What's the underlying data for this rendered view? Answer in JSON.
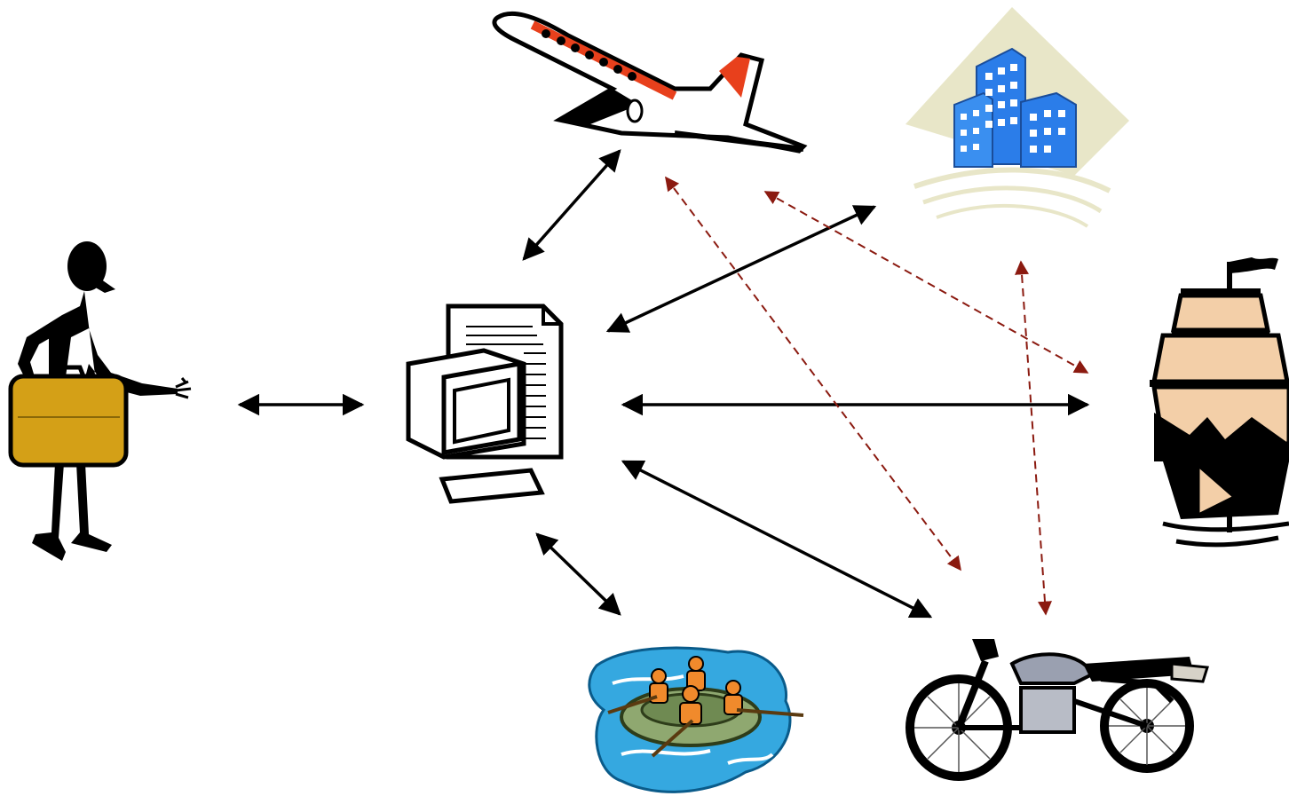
{
  "diagram": {
    "kind": "travel-booking-network",
    "nodes": [
      {
        "id": "traveler",
        "icon": "traveler-with-suitcase-icon"
      },
      {
        "id": "computer",
        "icon": "computer-icon"
      },
      {
        "id": "airplane",
        "icon": "airplane-icon"
      },
      {
        "id": "hotel",
        "icon": "hotel-building-icon"
      },
      {
        "id": "ship",
        "icon": "sailing-ship-icon"
      },
      {
        "id": "motorcycle",
        "icon": "motorcycle-icon"
      },
      {
        "id": "rafting",
        "icon": "river-rafting-icon"
      }
    ],
    "connections": {
      "solid": [
        [
          "traveler",
          "computer"
        ],
        [
          "computer",
          "airplane"
        ],
        [
          "computer",
          "hotel"
        ],
        [
          "computer",
          "ship"
        ],
        [
          "computer",
          "motorcycle"
        ],
        [
          "computer",
          "rafting"
        ]
      ],
      "dashed": [
        [
          "airplane",
          "motorcycle"
        ],
        [
          "airplane",
          "ship"
        ],
        [
          "hotel",
          "motorcycle"
        ]
      ]
    },
    "colors": {
      "solid_arrow": "#000000",
      "dashed_arrow": "#8b1a10",
      "suitcase": "#d4a017",
      "plane_stripe": "#e8401c",
      "building": "#2b7de9",
      "hotel_backdrop": "#e8e6c8",
      "sail": "#f3cfa8",
      "water": "#35a8e0",
      "raft": "#8fa870",
      "life_vest": "#f08a2c"
    }
  }
}
